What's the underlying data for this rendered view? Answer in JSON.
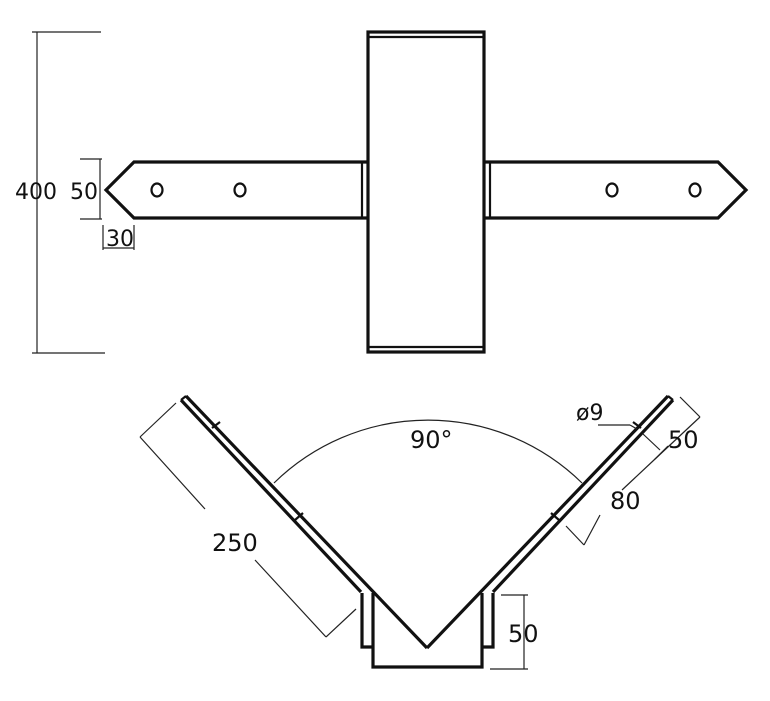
{
  "dimensions": {
    "front_height": "400",
    "arm_width": "50",
    "arm_tip": "30",
    "angle": "90°",
    "arm_length": "250",
    "hole_diameter": "ø9",
    "hole_edge_offset": "50",
    "hole_spacing": "80",
    "bracket_depth": "50"
  }
}
